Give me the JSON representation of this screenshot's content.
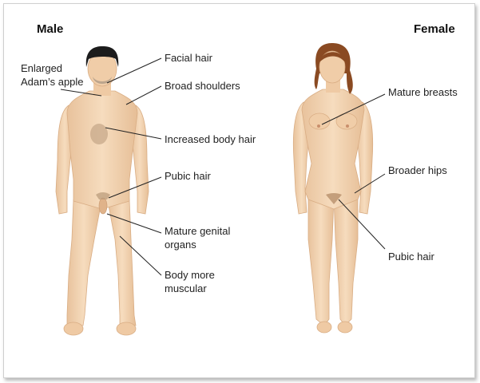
{
  "headings": {
    "male": "Male",
    "female": "Female"
  },
  "male_labels": {
    "adams_apple_line1": "Enlarged",
    "adams_apple_line2": "Adam’s apple",
    "facial_hair": "Facial hair",
    "broad_shoulders": "Broad shoulders",
    "body_hair": "Increased body hair",
    "pubic_hair": "Pubic hair",
    "genital_line1": "Mature genital",
    "genital_line2": "organs",
    "muscular_line1": "Body more",
    "muscular_line2": "muscular"
  },
  "female_labels": {
    "breasts": "Mature breasts",
    "hips": "Broader hips",
    "pubic_hair": "Pubic hair"
  },
  "colors": {
    "skin": "#f2d1ae",
    "skin_shadow": "#e3b88f",
    "male_hair": "#1c1c1c",
    "female_hair": "#8a4a22",
    "leader_line": "#222222"
  }
}
